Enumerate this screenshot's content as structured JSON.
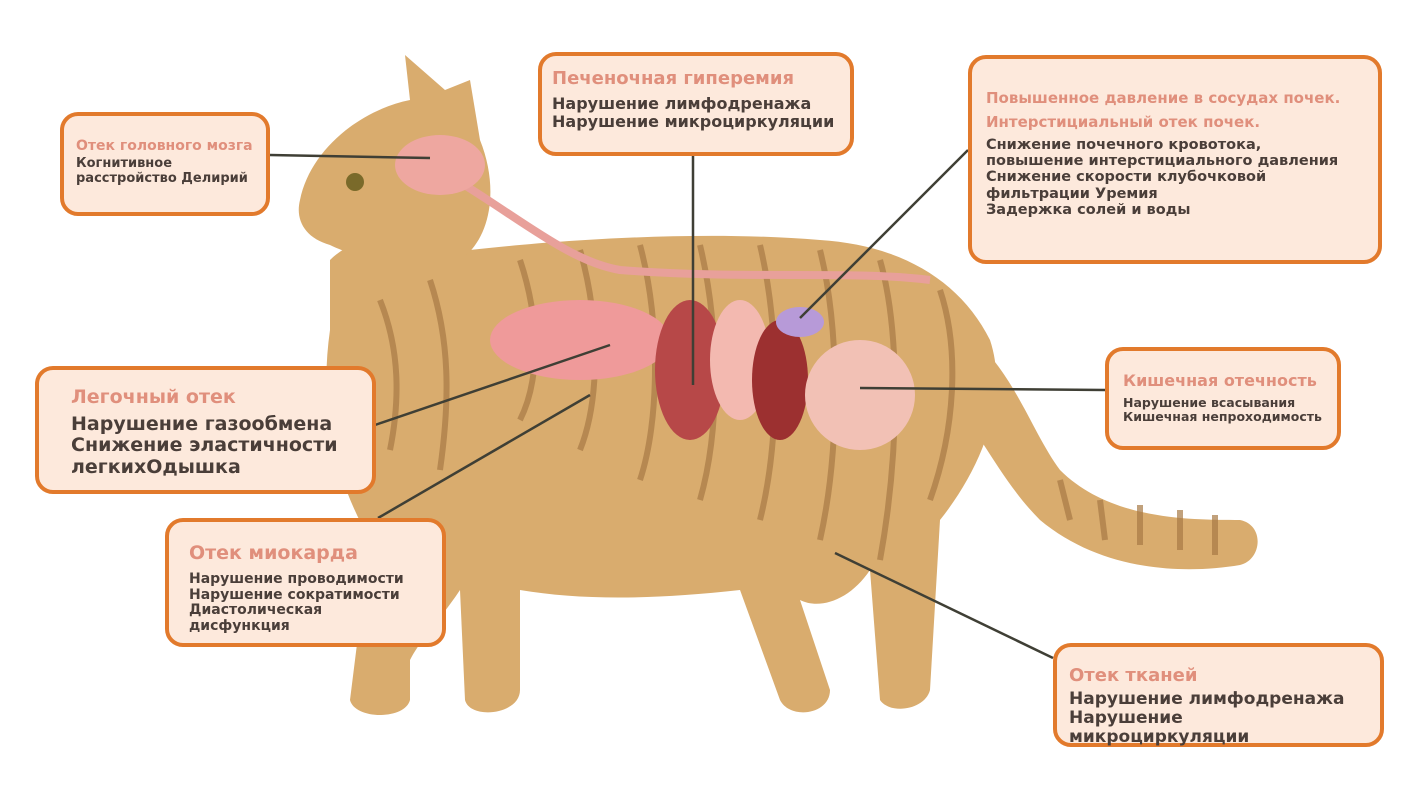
{
  "colors": {
    "border": "#e27a2c",
    "fill": "#fde9dc",
    "title": "#e08f7c",
    "text": "#4a3e39",
    "fur": "#d9ac6e",
    "stripe": "#a87a45",
    "organ": "#e58f8f"
  },
  "callouts": {
    "brain": {
      "title": "Отек головного мозга",
      "lines": [
        "Когнитивное",
        "расстройство Делирий"
      ]
    },
    "liver": {
      "title": "Печеночная гиперемия",
      "lines": [
        "Нарушение лимфодренажа",
        "Нарушение микроциркуляции"
      ]
    },
    "kidney": {
      "titles": [
        "Повышенное давление в сосудах почек.",
        "Интерстициальный отек почек."
      ],
      "lines": [
        "Снижение почечного кровотока,",
        "повышение интерстициального давления",
        "Снижение скорости клубочковой",
        "фильтрации Уремия",
        "Задержка солей и воды"
      ]
    },
    "lung": {
      "title": "Легочный отек",
      "lines": [
        "Нарушение газообмена",
        "Снижение эластичности",
        "легкихОдышка"
      ]
    },
    "heart": {
      "title": "Отек миокарда",
      "lines": [
        "Нарушение проводимости",
        "Нарушение сократимости",
        "Диастолическая дисфункция"
      ]
    },
    "intestine": {
      "title": "Кишечная отечность",
      "lines": [
        "Нарушение всасывания",
        "Кишечная непроходимость"
      ]
    },
    "tissue": {
      "title": "Отек тканей",
      "lines": [
        "Нарушение лимфодренажа",
        "Нарушение микроциркуляции"
      ]
    }
  }
}
